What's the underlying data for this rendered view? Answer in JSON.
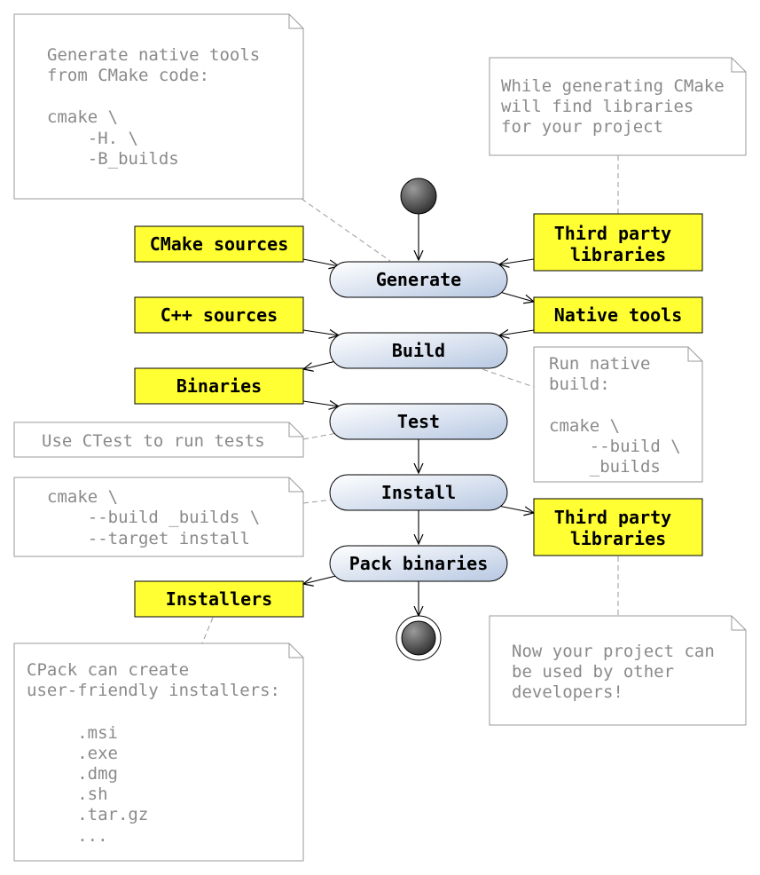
{
  "actions": {
    "generate": "Generate",
    "build": "Build",
    "test": "Test",
    "install": "Install",
    "pack": "Pack binaries"
  },
  "objects": {
    "cmake_sources": [
      "CMake sources"
    ],
    "third_party_in": [
      "Third party",
      "libraries"
    ],
    "cpp_sources": [
      "C++ sources"
    ],
    "native_tools": [
      "Native tools"
    ],
    "binaries": [
      "Binaries"
    ],
    "third_party_out": [
      "Third party",
      "libraries"
    ],
    "installers": [
      "Installers"
    ]
  },
  "notes": {
    "generate": [
      "Generate native tools",
      "from CMake code:",
      "",
      "cmake \\",
      "    -H. \\",
      "    -B_builds"
    ],
    "find_libs": [
      "While generating CMake",
      "will find libraries",
      "for your project"
    ],
    "run_build": [
      "Run native",
      "build:",
      "",
      "cmake \\",
      "    --build \\",
      "    _builds"
    ],
    "ctest": [
      "Use CTest to run tests"
    ],
    "install": [
      "cmake \\",
      "    --build _builds \\",
      "    --target install"
    ],
    "used_by": [
      "Now your project can",
      "be used by other",
      "developers!"
    ],
    "cpack": [
      "CPack can create",
      "user-friendly installers:",
      "",
      "     .msi",
      "     .exe",
      "     .dmg",
      "     .sh",
      "     .tar.gz",
      "     ..."
    ]
  },
  "colors": {
    "object_fill": "#ffff33",
    "action_fill_start": "#ffffff",
    "action_fill_end": "#b7c8e2",
    "note_text": "#8a8a8a",
    "note_border": "#9a9a9a"
  }
}
